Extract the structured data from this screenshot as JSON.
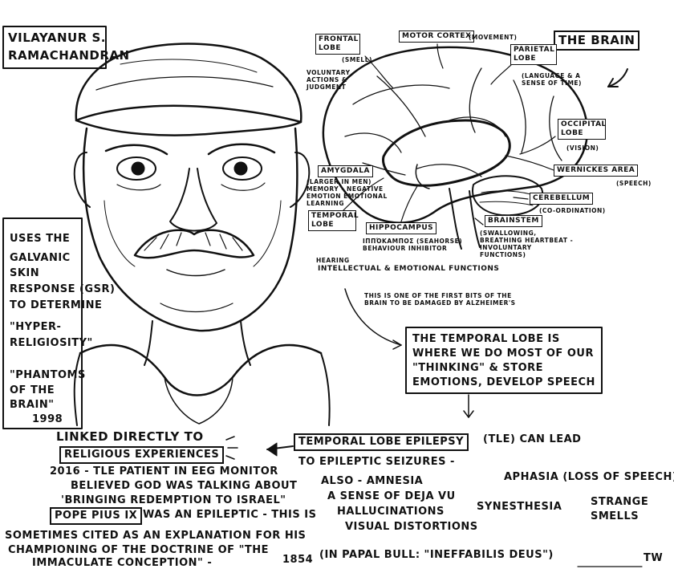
{
  "person": {
    "name_line1": "VILAYANUR S.",
    "name_line2": "RAMACHANDRAN"
  },
  "brain": {
    "title": "THE BRAIN",
    "frontal_lobe": "FRONTAL LOBE",
    "frontal_lobe_note": "(SMELL)",
    "voluntary_actions": "VOLUNTARY ACTIONS & JUDGMENT",
    "motor_cortex": "MOTOR CORTEX",
    "motor_cortex_note": "(MOVEMENT)",
    "parietal_lobe": "PARIETAL LOBE",
    "parietal_note": "(LANGUAGE & A SENSE OF TIME)",
    "occipital_lobe": "OCCIPITAL LOBE",
    "occipital_note": "(VISION)",
    "wernickes_area": "WERNICKES AREA",
    "wernickes_note": "(SPEECH)",
    "cerebellum": "CEREBELLUM",
    "cerebellum_note": "(CO-ORDINATION)",
    "brainstem": "BRAINSTEM",
    "brainstem_note": "(SWALLOWING, BREATHING HEARTBEAT - INVOLUNTARY FUNCTIONS)",
    "amygdala": "AMYGDALA",
    "amygdala_note": "(LARGER IN MEN) MEMORY - NEGATIVE EMOTION EMOTIONAL LEARNING",
    "temporal_lobe": "TEMPORAL LOBE",
    "hippocampus": "HIPPOCAMPUS",
    "hippocampus_note": "ιππόκαμπος (SEAHORSE) BEHAVIOUR INHIBITOR",
    "hearing": "HEARING",
    "intellectual": "INTELLECTUAL & EMOTIONAL FUNCTIONS",
    "alzheimers": "THIS IS ONE OF THE FIRST BITS OF THE BRAIN TO BE DAMAGED BY ALZHEIMER'S"
  },
  "gsr": {
    "line1": "USES THE",
    "line2": "GALVANIC",
    "line3": "SKIN",
    "line4": "RESPONSE (GSR)",
    "line5": "TO DETERMINE",
    "line6": "\"HYPER-",
    "line7": "RELIGIOSITY\"",
    "line8": "\"PHANTOMS",
    "line9": "OF THE",
    "line10": "BRAIN\"",
    "line11": "1998"
  },
  "temporal_box": "THE TEMPORAL LOBE IS WHERE WE DO MOST OF OUR \"THINKING\" & STORE EMOTIONS, DEVELOP SPEECH",
  "tle": {
    "label": "TEMPORAL LOBE EPILEPSY",
    "abbr": "(TLE) CAN LEAD",
    "seizures": "TO EPILEPTIC SEIZURES -",
    "also": "ALSO - AMNESIA",
    "deja": "A SENSE OF DEJA VU",
    "halluc": "HALLUCINATIONS",
    "visual": "VISUAL DISTORTIONS",
    "aphasia": "APHASIA (LOSS OF SPEECH)",
    "synesthesia": "SYNESTHESIA",
    "strange": "STRANGE",
    "smells": "SMELLS"
  },
  "religious": {
    "line1": "LINKED DIRECTLY TO",
    "boxed": "RELIGIOUS EXPERIENCES",
    "y2016": "2016 - TLE PATIENT IN EEG MONITOR",
    "believed": "BELIEVED GOD WAS TALKING ABOUT",
    "bringing": "'BRINGING REDEMPTION TO ISRAEL\"",
    "pope": "POPE PIUS IX",
    "pope_rest": "WAS AN EPILEPTIC - THIS IS",
    "sometimes": "SOMETIMES CITED AS AN EXPLANATION FOR HIS",
    "championing": "CHAMPIONING OF THE DOCTRINE OF \"THE",
    "immaculate": "IMMACULATE CONCEPTION\" -",
    "y1854": "1854",
    "papal": "(IN PAPAL BULL: \"INEFFABILIS DEUS\")"
  },
  "signature": "TW"
}
